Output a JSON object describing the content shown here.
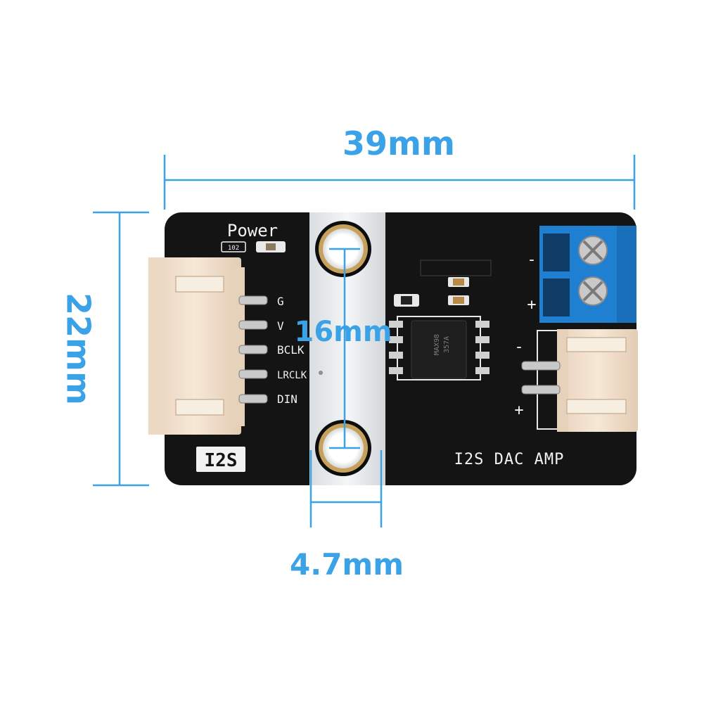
{
  "dimensions": {
    "width_label": "39mm",
    "height_label": "22mm",
    "hole_spacing_label": "16mm",
    "hole_diameter_label": "4.7mm"
  },
  "board": {
    "power_label": "Power",
    "led_ref": "102",
    "badge": "I2S",
    "title": "I2S DAC AMP",
    "chip_marking": [
      "MAX98",
      "357A"
    ],
    "pins": [
      {
        "label": "G"
      },
      {
        "label": "V"
      },
      {
        "label": "BCLK"
      },
      {
        "label": "LRCLK"
      },
      {
        "label": "DIN"
      }
    ],
    "terminal_minus": "-",
    "terminal_plus": "+",
    "speaker_minus": "-",
    "speaker_plus": "+"
  },
  "colors": {
    "dimension": "#3aa2e6",
    "pcb": "#141414",
    "silkscreen": "#f2f2f2",
    "connector": "#f1dfcb",
    "terminal": "#1f7fd1",
    "gold": "#c9a560"
  }
}
